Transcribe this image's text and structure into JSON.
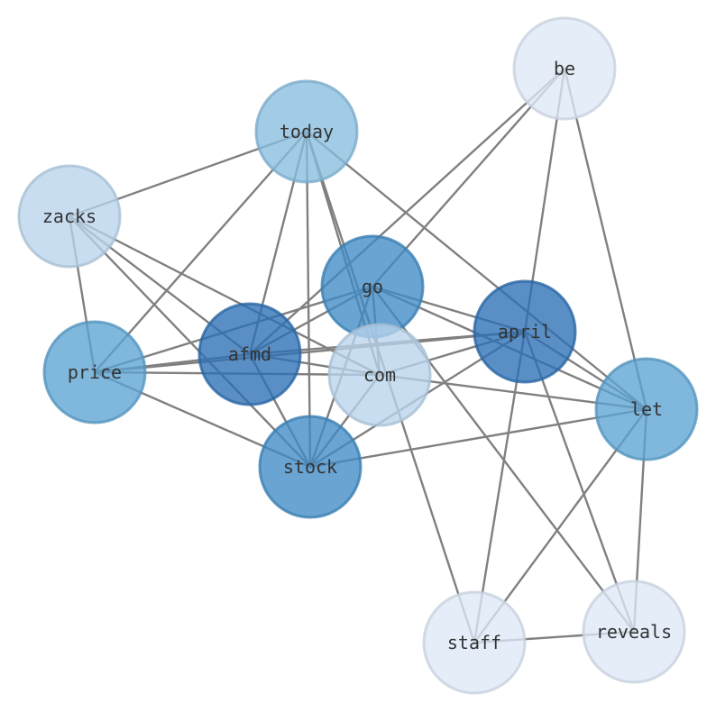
{
  "graph": {
    "nodes": [
      {
        "id": "be",
        "label": "be",
        "fill": "#dce8f6"
      },
      {
        "id": "today",
        "label": "today",
        "fill": "#88bddf"
      },
      {
        "id": "zacks",
        "label": "zacks",
        "fill": "#b9d4ec"
      },
      {
        "id": "go",
        "label": "go",
        "fill": "#3f8bc5"
      },
      {
        "id": "april",
        "label": "april",
        "fill": "#2b6fb5"
      },
      {
        "id": "afmd",
        "label": "afmd",
        "fill": "#2b6fb5"
      },
      {
        "id": "price",
        "label": "price",
        "fill": "#5ca3d2"
      },
      {
        "id": "com",
        "label": "com",
        "fill": "#b9d4ec"
      },
      {
        "id": "let",
        "label": "let",
        "fill": "#5ca3d2"
      },
      {
        "id": "stock",
        "label": "stock",
        "fill": "#3f8bc5"
      },
      {
        "id": "staff",
        "label": "staff",
        "fill": "#dce8f6"
      },
      {
        "id": "reveals",
        "label": "reveals",
        "fill": "#dce8f6"
      }
    ],
    "edges": [
      [
        "be",
        "afmd"
      ],
      [
        "be",
        "go"
      ],
      [
        "be",
        "april"
      ],
      [
        "be",
        "let"
      ],
      [
        "today",
        "zacks"
      ],
      [
        "today",
        "afmd"
      ],
      [
        "today",
        "price"
      ],
      [
        "today",
        "stock"
      ],
      [
        "today",
        "com"
      ],
      [
        "today",
        "let"
      ],
      [
        "today",
        "staff"
      ],
      [
        "zacks",
        "price"
      ],
      [
        "zacks",
        "afmd"
      ],
      [
        "zacks",
        "com"
      ],
      [
        "zacks",
        "stock"
      ],
      [
        "go",
        "price"
      ],
      [
        "go",
        "afmd"
      ],
      [
        "go",
        "april"
      ],
      [
        "go",
        "let"
      ],
      [
        "go",
        "stock"
      ],
      [
        "go",
        "reveals"
      ],
      [
        "go",
        "com"
      ],
      [
        "april",
        "price"
      ],
      [
        "april",
        "afmd"
      ],
      [
        "april",
        "com"
      ],
      [
        "april",
        "stock"
      ],
      [
        "april",
        "let"
      ],
      [
        "april",
        "staff"
      ],
      [
        "april",
        "reveals"
      ],
      [
        "afmd",
        "price"
      ],
      [
        "afmd",
        "com"
      ],
      [
        "afmd",
        "stock"
      ],
      [
        "price",
        "com"
      ],
      [
        "price",
        "stock"
      ],
      [
        "com",
        "let"
      ],
      [
        "com",
        "stock"
      ],
      [
        "let",
        "stock"
      ],
      [
        "let",
        "staff"
      ],
      [
        "let",
        "reveals"
      ],
      [
        "staff",
        "reveals"
      ]
    ]
  }
}
